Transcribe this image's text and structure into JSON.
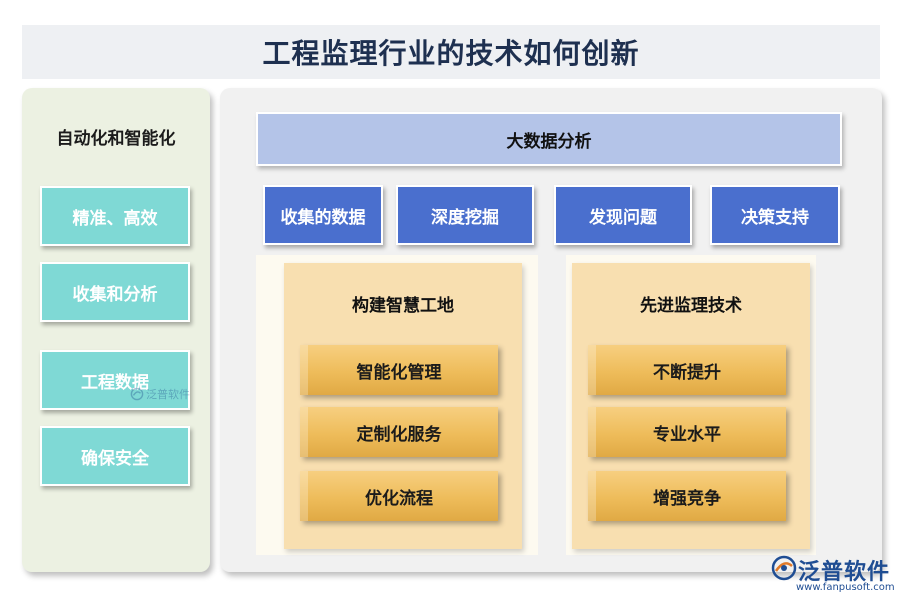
{
  "title": "工程监理行业的技术如何创新",
  "left": {
    "heading": "自动化和智能化",
    "items": [
      "精准、高效",
      "收集和分析",
      "工程数据",
      "确保安全"
    ]
  },
  "main": {
    "top_bar": "大数据分析",
    "steps": [
      "收集的数据",
      "深度挖掘",
      "发现问题",
      "决策支持"
    ],
    "groups": [
      {
        "title": "构建智慧工地",
        "items": [
          "智能化管理",
          "定制化服务",
          "优化流程"
        ]
      },
      {
        "title": "先进监理技术",
        "items": [
          "不断提升",
          "专业水平",
          "增强竞争"
        ]
      }
    ]
  },
  "watermark": {
    "text": "泛普软件",
    "icon": "fanpu-logo-icon"
  },
  "brand": {
    "name": "泛普软件",
    "url": "www.fanpusoft.com",
    "icon": "fanpu-logo-icon"
  },
  "colors": {
    "teal": "#7fd9d5",
    "blue": "#4a6fce",
    "light_blue": "#b4c4e8",
    "gold": "#eebc5a",
    "cream": "#f8dfb0"
  }
}
